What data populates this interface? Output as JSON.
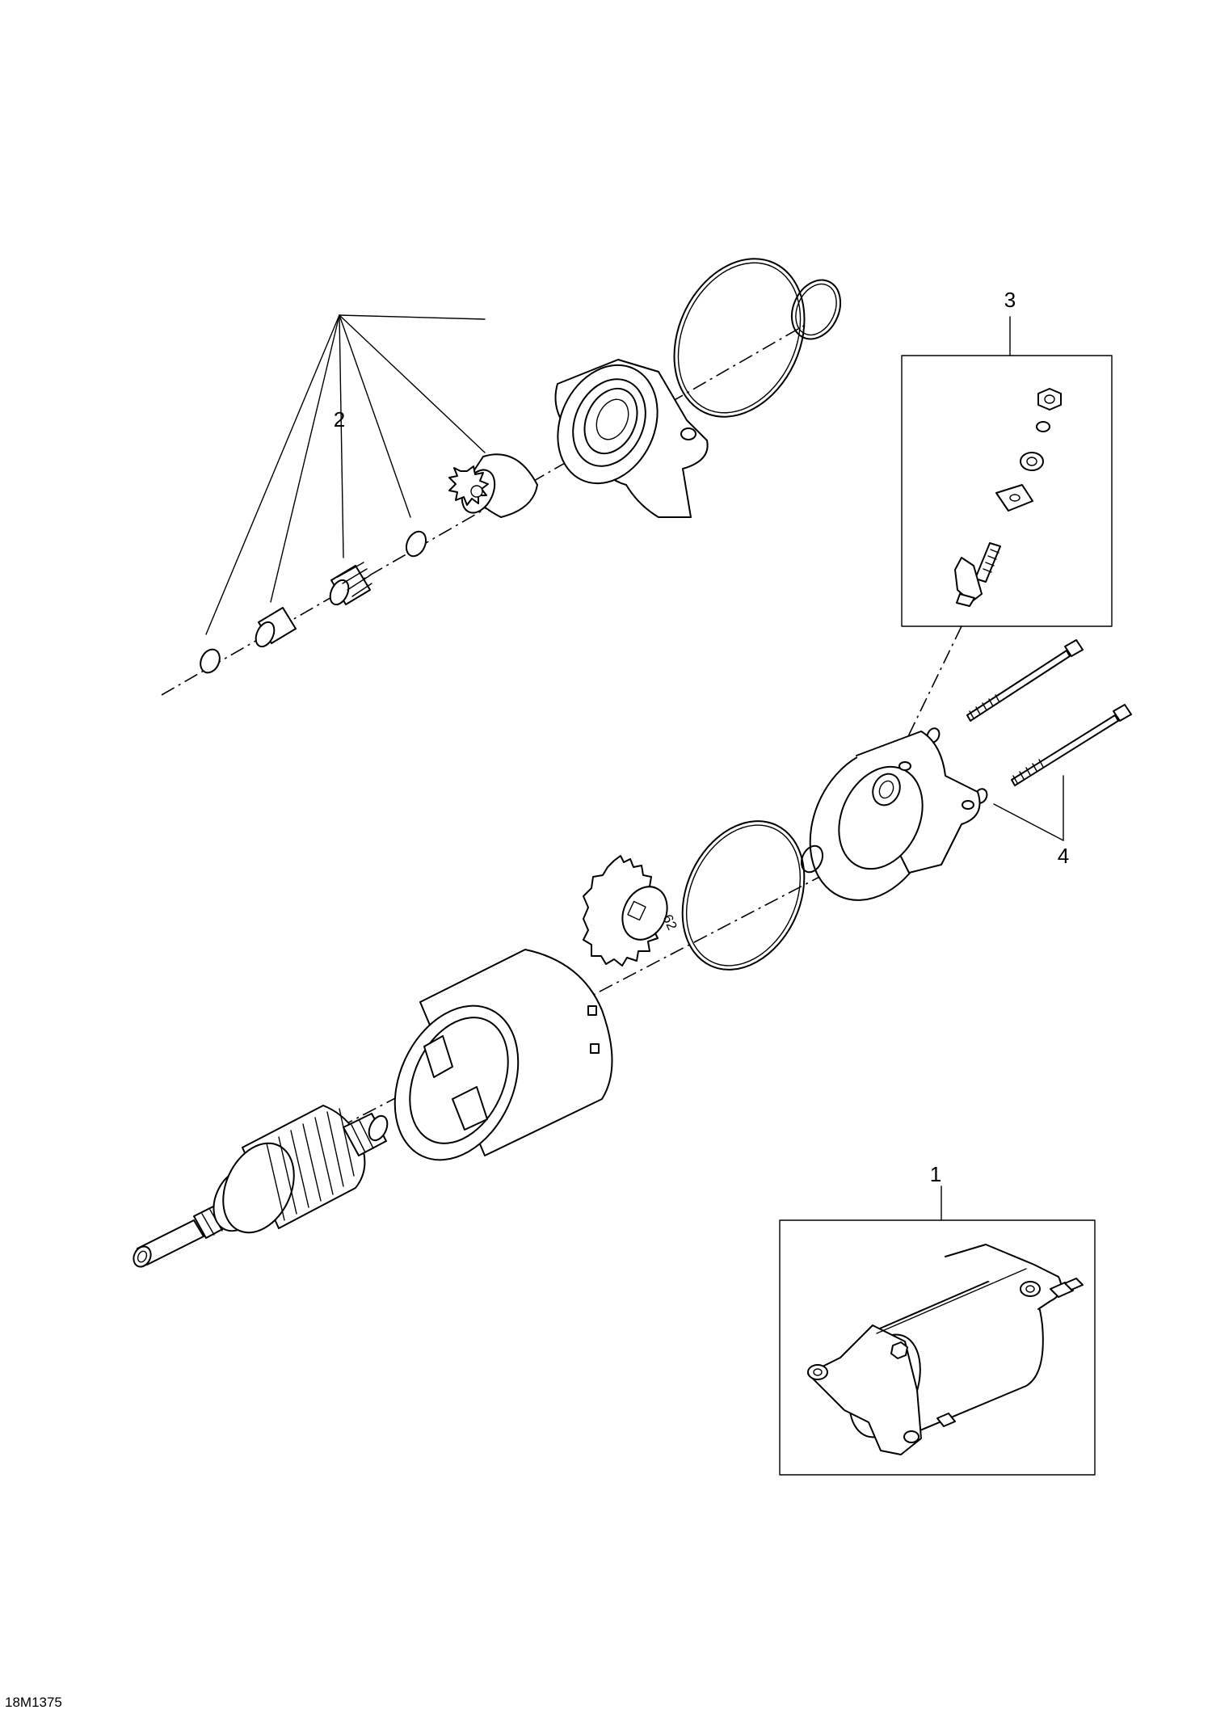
{
  "diagram": {
    "callouts": [
      {
        "id": "1",
        "text": "1"
      },
      {
        "id": "2",
        "text": "2"
      },
      {
        "id": "3",
        "text": "3"
      },
      {
        "id": "4",
        "text": "4"
      }
    ],
    "drawing_code": "18M1375"
  }
}
